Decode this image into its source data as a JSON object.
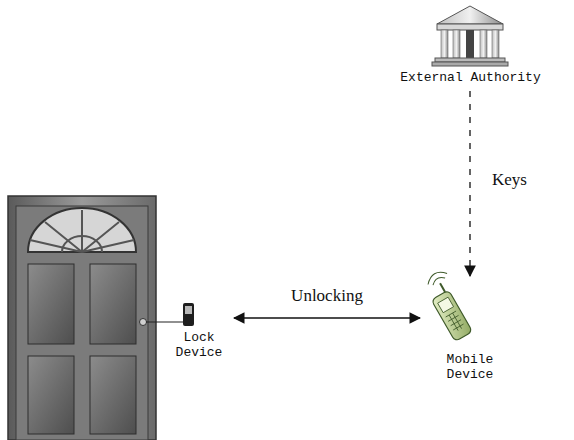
{
  "diagram": {
    "nodes": [
      {
        "text": [
          "External Authority"
        ]
      },
      {
        "text": [
          "Lock Device"
        ]
      },
      {
        "text": [
          "Mobile Device"
        ]
      }
    ],
    "edges": [
      {
        "from": 0,
        "to": 2,
        "arrow": "to",
        "label": "Keys"
      },
      {
        "from": 1,
        "to": 2,
        "arrow": "both",
        "label": "Unlocking"
      }
    ]
  }
}
